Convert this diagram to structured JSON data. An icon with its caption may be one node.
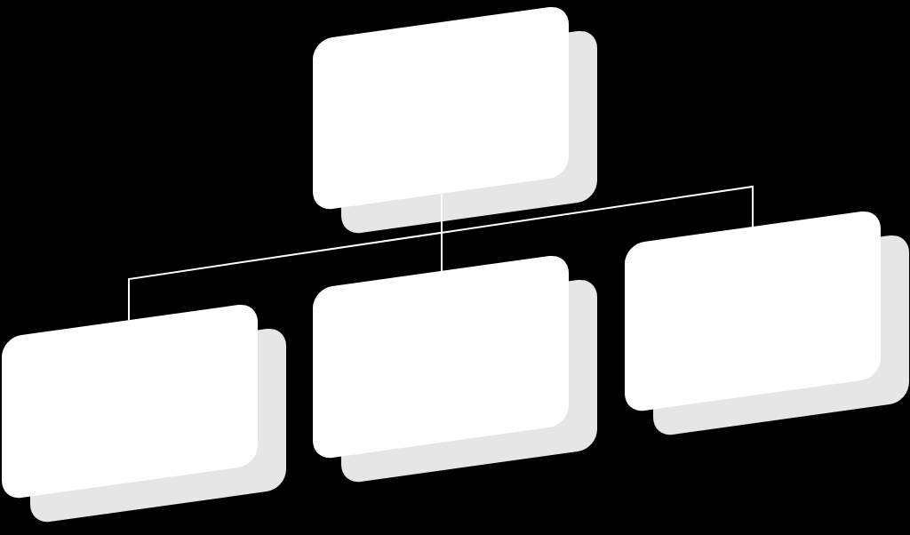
{
  "diagram": {
    "nodes": [
      {
        "text": [],
        "shape": "box"
      },
      {
        "text": [],
        "shape": "box"
      },
      {
        "text": [],
        "shape": "box"
      },
      {
        "text": [],
        "shape": "box"
      }
    ],
    "edges": [
      {
        "from": 0,
        "to": 1,
        "arrow": "none"
      },
      {
        "from": 0,
        "to": 2,
        "arrow": "none"
      },
      {
        "from": 0,
        "to": 3,
        "arrow": "none"
      }
    ]
  }
}
